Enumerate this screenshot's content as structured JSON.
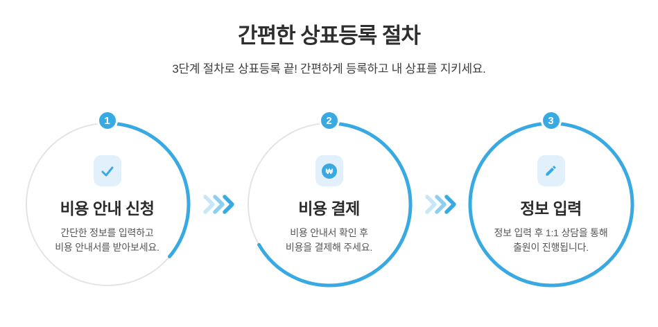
{
  "header": {
    "title": "간편한 상표등록 절차",
    "subtitle": "3단계 절차로 상표등록 끝! 간편하게 등록하고 내 상표를 지키세요."
  },
  "colors": {
    "primary_blue": "#39AAE1",
    "icon_bg": "#E1F0FB",
    "ring_gray": "#E4E4E4",
    "arrow_light": "#C7E6F8",
    "arrow_mid": "#8CCFF1",
    "heading_text": "#2E2E2E",
    "body_text": "#555555"
  },
  "steps": [
    {
      "number": "1",
      "icon": "check-icon",
      "title": "비용 안내 신청",
      "description_line1": "간단한 정보를 입력하고",
      "description_line2": "비용 안내서를 받아보세요.",
      "progress_deg": 130
    },
    {
      "number": "2",
      "icon": "won-icon",
      "title": "비용 결제",
      "description_line1": "비용 안내서 확인 후",
      "description_line2": "비용을 결제해 주세요.",
      "progress_deg": 240
    },
    {
      "number": "3",
      "icon": "pencil-icon",
      "title": "정보 입력",
      "description_line1": "정보 입력 후 1:1 상담을 통해",
      "description_line2": "출원이 진행됩니다.",
      "progress_deg": 360
    }
  ]
}
